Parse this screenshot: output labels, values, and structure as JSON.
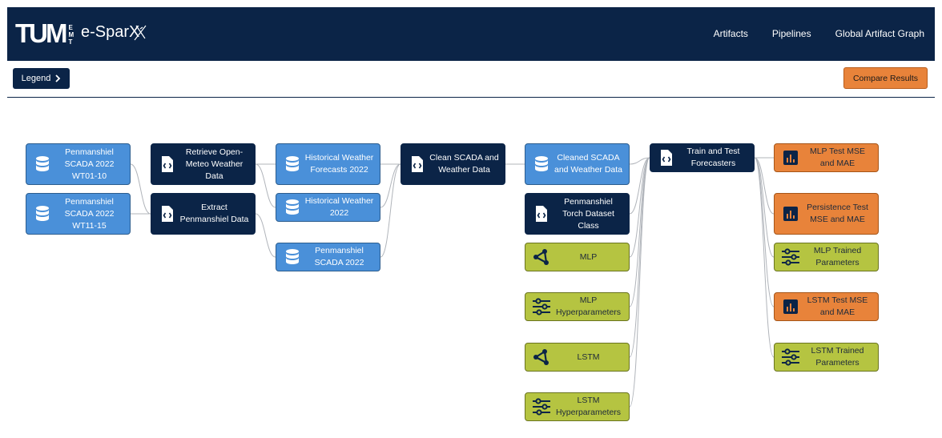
{
  "header": {
    "logo_tum": "TUM",
    "logo_emt": [
      "E",
      "M",
      "T"
    ],
    "app_name": "e-SparX",
    "nav": [
      "Artifacts",
      "Pipelines",
      "Global Artifact Graph"
    ]
  },
  "toolbar": {
    "legend_label": "Legend",
    "compare_label": "Compare Results"
  },
  "colors": {
    "navy": "#0b2447",
    "dataset": "#4a90d9",
    "model": "#b5c441",
    "result": "#e8833a"
  },
  "nodes": [
    {
      "id": "scada-wt01-10",
      "label": "Penmanshiel SCADA 2022 WT01-10",
      "kind": "dataset",
      "icon": "database-icon"
    },
    {
      "id": "scada-wt11-15",
      "label": "Penmanshiel SCADA 2022 WT11-15",
      "kind": "dataset",
      "icon": "database-icon"
    },
    {
      "id": "retrieve-openmeteo",
      "label": "Retrieve Open-Meteo Weather Data",
      "kind": "code",
      "icon": "code-file-icon"
    },
    {
      "id": "extract-penmanshiel",
      "label": "Extract Penmanshiel Data",
      "kind": "code",
      "icon": "code-file-icon"
    },
    {
      "id": "hist-forecasts",
      "label": "Historical Weather Forecasts 2022",
      "kind": "dataset",
      "icon": "database-icon"
    },
    {
      "id": "hist-weather",
      "label": "Historical Weather 2022",
      "kind": "dataset",
      "icon": "database-icon"
    },
    {
      "id": "scada-2022",
      "label": "Penmanshiel SCADA 2022",
      "kind": "dataset",
      "icon": "database-icon"
    },
    {
      "id": "clean-scada",
      "label": "Clean SCADA and Weather Data",
      "kind": "code",
      "icon": "code-file-icon"
    },
    {
      "id": "cleaned-data",
      "label": "Cleaned SCADA and Weather Data",
      "kind": "dataset",
      "icon": "database-icon"
    },
    {
      "id": "torch-dataset",
      "label": "Penmanshiel Torch Dataset Class",
      "kind": "code",
      "icon": "code-file-icon"
    },
    {
      "id": "mlp",
      "label": "MLP",
      "kind": "model",
      "icon": "model-graph-icon"
    },
    {
      "id": "mlp-hyper",
      "label": "MLP Hyperparameters",
      "kind": "model",
      "icon": "sliders-icon"
    },
    {
      "id": "lstm",
      "label": "LSTM",
      "kind": "model",
      "icon": "model-graph-icon"
    },
    {
      "id": "lstm-hyper",
      "label": "LSTM Hyperparameters",
      "kind": "model",
      "icon": "sliders-icon"
    },
    {
      "id": "train-test",
      "label": "Train and Test Forecasters",
      "kind": "code",
      "icon": "code-file-icon"
    },
    {
      "id": "mlp-mse",
      "label": "MLP Test MSE and MAE",
      "kind": "result",
      "icon": "bar-chart-icon"
    },
    {
      "id": "persist-mse",
      "label": "Persistence Test MSE and MAE",
      "kind": "result",
      "icon": "bar-chart-icon"
    },
    {
      "id": "mlp-params",
      "label": "MLP Trained Parameters",
      "kind": "params",
      "icon": "sliders-icon"
    },
    {
      "id": "lstm-mse",
      "label": "LSTM Test MSE and MAE",
      "kind": "result",
      "icon": "bar-chart-icon"
    },
    {
      "id": "lstm-params",
      "label": "LSTM Trained Parameters",
      "kind": "params",
      "icon": "sliders-icon"
    }
  ],
  "edges": [
    [
      "scada-wt01-10",
      "extract-penmanshiel"
    ],
    [
      "scada-wt11-15",
      "extract-penmanshiel"
    ],
    [
      "retrieve-openmeteo",
      "hist-forecasts"
    ],
    [
      "retrieve-openmeteo",
      "hist-weather"
    ],
    [
      "extract-penmanshiel",
      "scada-2022"
    ],
    [
      "hist-forecasts",
      "clean-scada"
    ],
    [
      "hist-weather",
      "clean-scada"
    ],
    [
      "scada-2022",
      "clean-scada"
    ],
    [
      "clean-scada",
      "cleaned-data"
    ],
    [
      "cleaned-data",
      "train-test"
    ],
    [
      "torch-dataset",
      "train-test"
    ],
    [
      "mlp",
      "train-test"
    ],
    [
      "mlp-hyper",
      "train-test"
    ],
    [
      "lstm",
      "train-test"
    ],
    [
      "lstm-hyper",
      "train-test"
    ],
    [
      "train-test",
      "mlp-mse"
    ],
    [
      "train-test",
      "persist-mse"
    ],
    [
      "train-test",
      "mlp-params"
    ],
    [
      "train-test",
      "lstm-mse"
    ],
    [
      "train-test",
      "lstm-params"
    ]
  ]
}
